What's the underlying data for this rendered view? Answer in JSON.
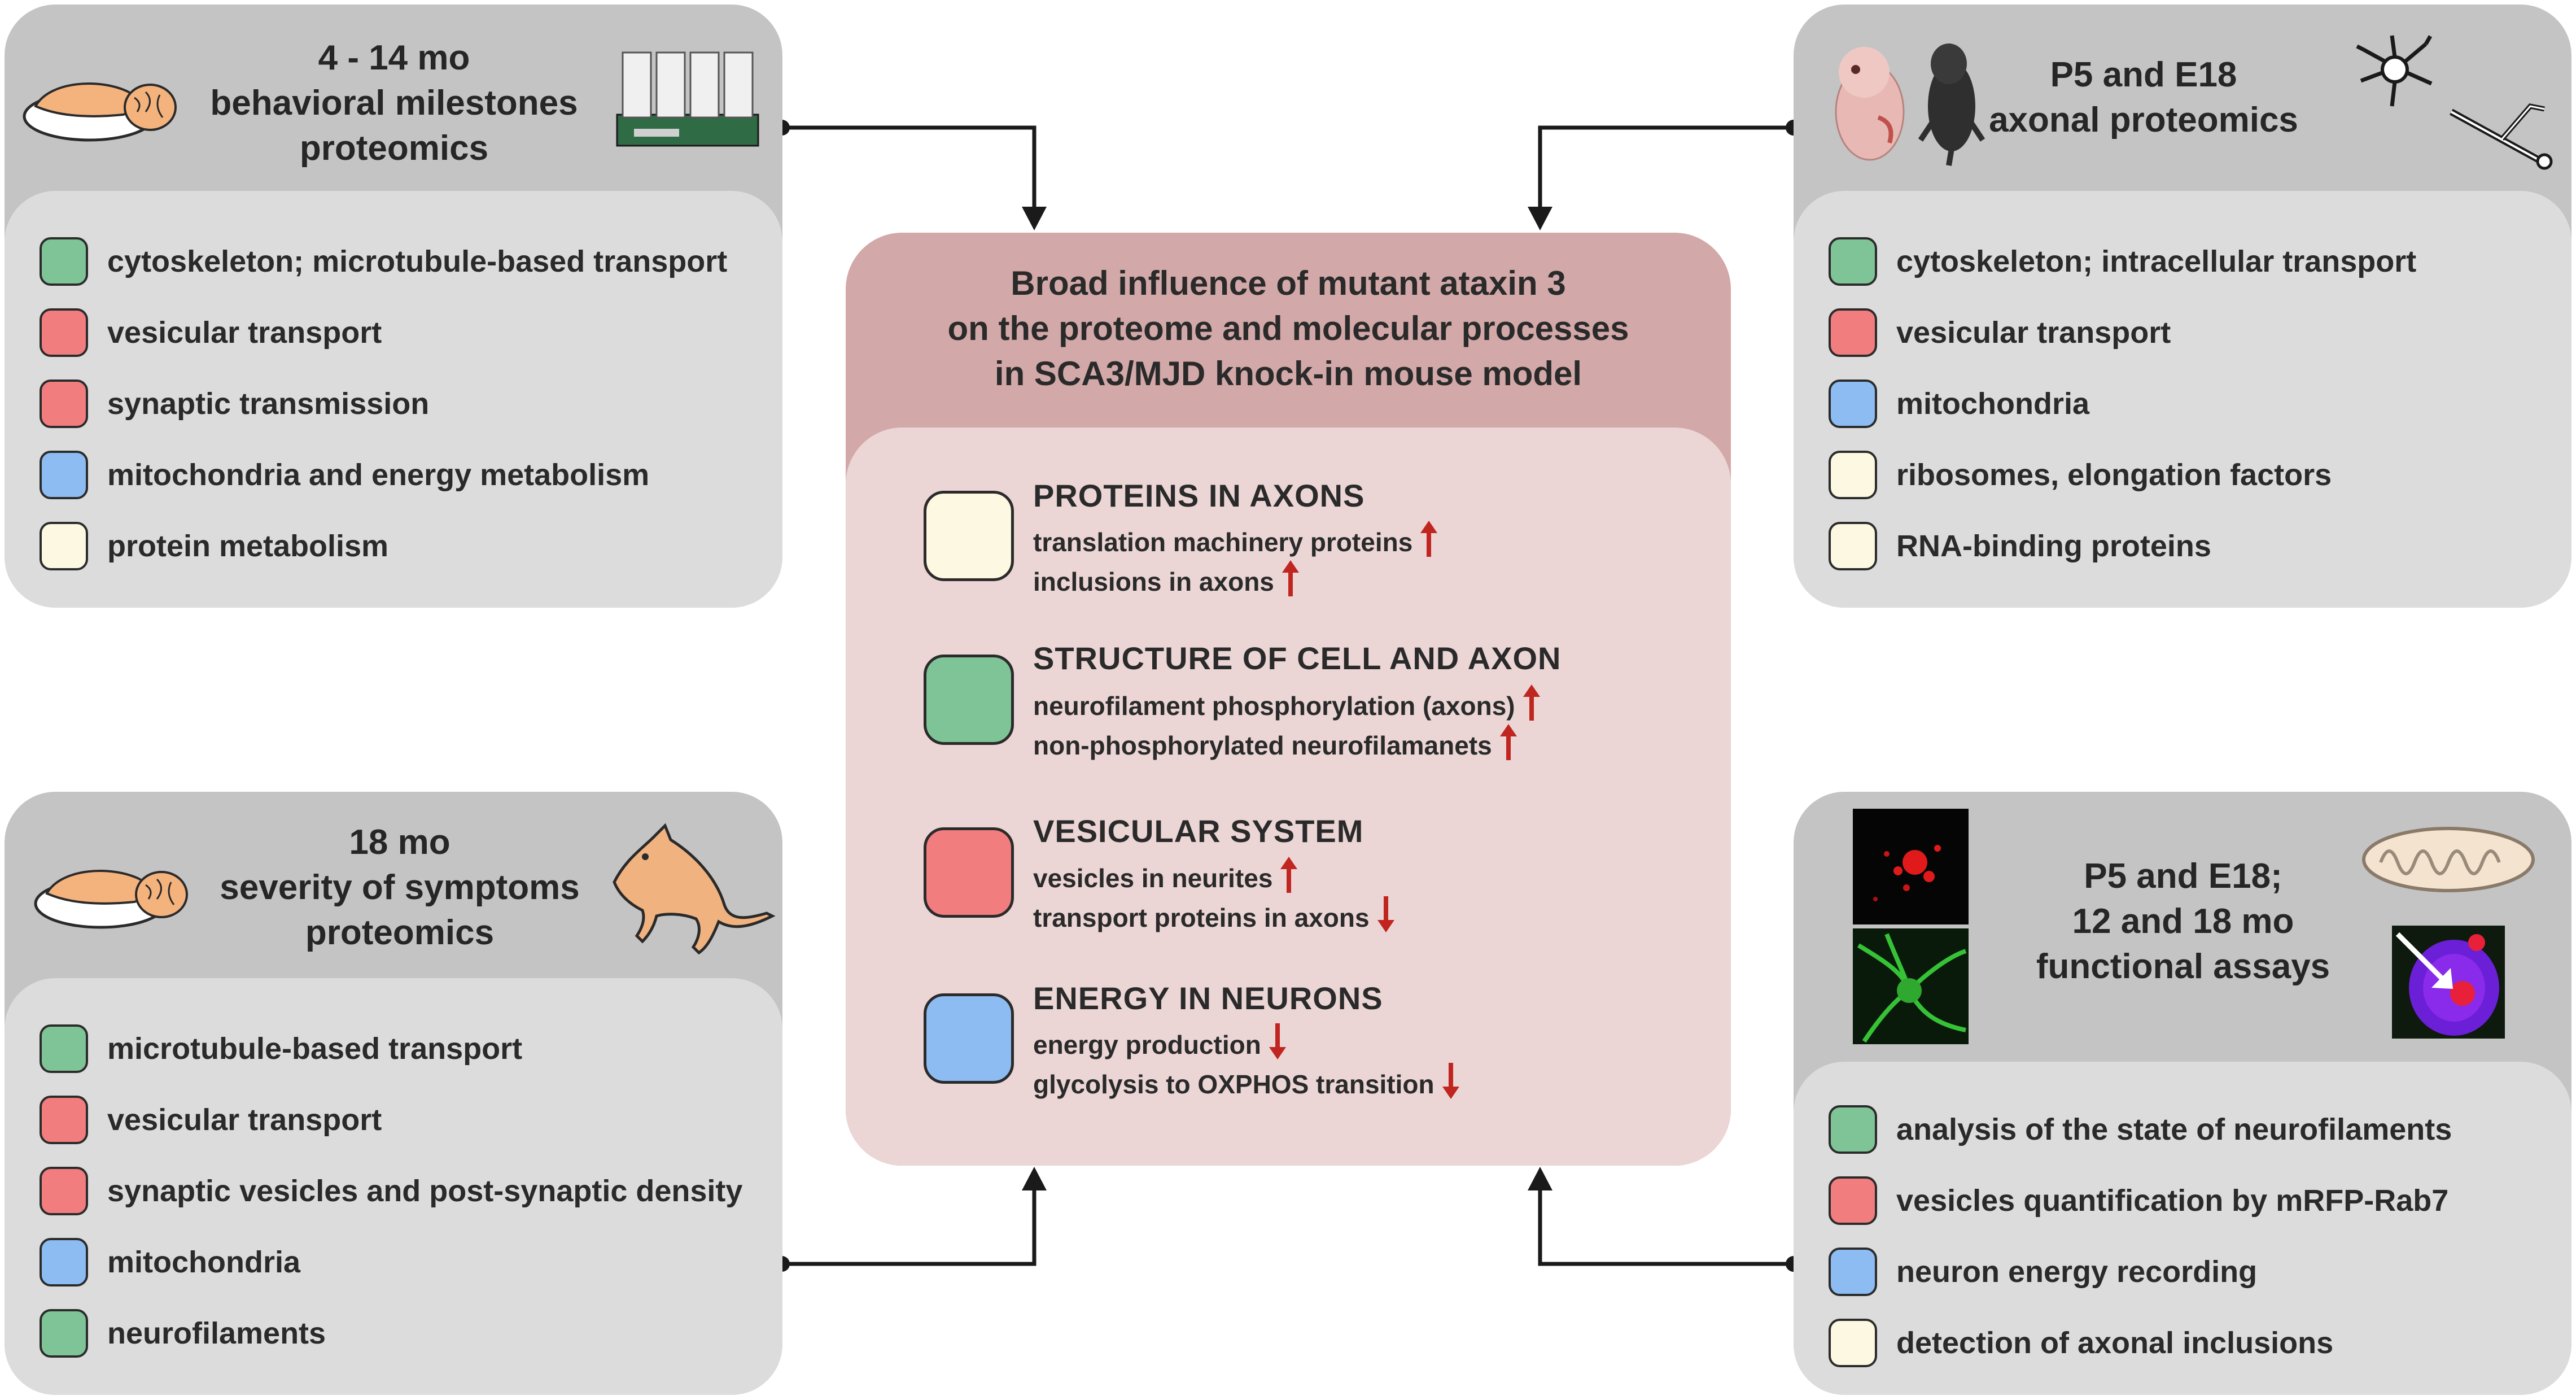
{
  "colors": {
    "green": "#7fc497",
    "red": "#f27d7f",
    "blue": "#8dbcf2",
    "cream": "#fcf8e2",
    "arrow_up_down": "#c0251f"
  },
  "panels": {
    "top_left": {
      "heading": [
        "4 - 14 mo",
        "behavioral milestones",
        "proteomics"
      ],
      "items": [
        {
          "color": "green",
          "label": "cytoskeleton; microtubule-based transport"
        },
        {
          "color": "red",
          "label": "vesicular transport"
        },
        {
          "color": "red",
          "label": "synaptic transmission"
        },
        {
          "color": "blue",
          "label": "mitochondria and energy metabolism"
        },
        {
          "color": "cream",
          "label": "protein metabolism"
        }
      ],
      "icons": [
        "brain-icon",
        "behavior-apparatus-icon"
      ]
    },
    "top_right": {
      "heading": [
        "P5 and E18",
        "axonal proteomics"
      ],
      "items": [
        {
          "color": "green",
          "label": "cytoskeleton; intracellular transport"
        },
        {
          "color": "red",
          "label": "vesicular transport"
        },
        {
          "color": "blue",
          "label": "mitochondria"
        },
        {
          "color": "cream",
          "label": "ribosomes, elongation factors"
        },
        {
          "color": "cream",
          "label": "RNA-binding proteins"
        }
      ],
      "icons": [
        "embryo-icon",
        "pup-icon",
        "neuron-icon",
        "axon-icon"
      ]
    },
    "bottom_left": {
      "heading": [
        "18 mo",
        "severity of symptoms",
        "proteomics"
      ],
      "items": [
        {
          "color": "green",
          "label": "microtubule-based transport"
        },
        {
          "color": "red",
          "label": "vesicular transport"
        },
        {
          "color": "red",
          "label": "synaptic vesicles and post-synaptic density"
        },
        {
          "color": "blue",
          "label": "mitochondria"
        },
        {
          "color": "green",
          "label": "neurofilaments"
        }
      ],
      "icons": [
        "brain-icon",
        "mouse-icon"
      ]
    },
    "bottom_right": {
      "heading": [
        "P5 and E18;",
        "12 and 18 mo",
        "functional assays"
      ],
      "items": [
        {
          "color": "green",
          "label": "analysis of the state of neurofilaments"
        },
        {
          "color": "red",
          "label": "vesicles quantification by mRFP-Rab7"
        },
        {
          "color": "blue",
          "label": "neuron energy recording"
        },
        {
          "color": "cream",
          "label": "detection of axonal inclusions"
        }
      ],
      "icons": [
        "red-vesicles-micrograph-icon",
        "green-neuron-micrograph-icon",
        "mitochondrion-icon",
        "inclusion-micrograph-icon"
      ]
    }
  },
  "center": {
    "title": [
      "Broad influence of mutant ataxin 3",
      "on the proteome and molecular processes",
      "in SCA3/MJD knock-in mouse model"
    ],
    "sections": [
      {
        "color": "cream",
        "title": "PROTEINS IN AXONS",
        "lines": [
          {
            "text": "translation machinery proteins",
            "dir": "up"
          },
          {
            "text": "inclusions in axons",
            "dir": "up"
          }
        ]
      },
      {
        "color": "green",
        "title": "STRUCTURE OF CELL AND AXON",
        "lines": [
          {
            "text": "neurofilament phosphorylation (axons)",
            "dir": "up"
          },
          {
            "text": "non-phosphorylated neurofilamanets",
            "dir": "up"
          }
        ]
      },
      {
        "color": "red",
        "title": "VESICULAR SYSTEM",
        "lines": [
          {
            "text": "vesicles in neurites",
            "dir": "up"
          },
          {
            "text": "transport proteins in axons",
            "dir": "down"
          }
        ]
      },
      {
        "color": "blue",
        "title": "ENERGY IN NEURONS",
        "lines": [
          {
            "text": "energy production",
            "dir": "down"
          },
          {
            "text": "glycolysis to OXPHOS transition",
            "dir": "down"
          }
        ]
      }
    ]
  }
}
